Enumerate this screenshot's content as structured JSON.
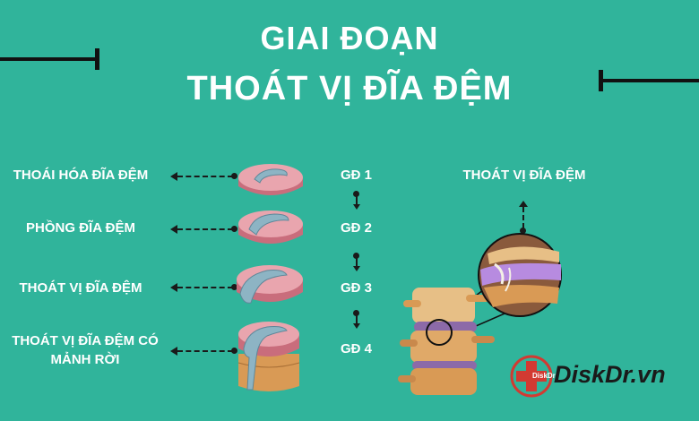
{
  "title": {
    "line1": "GIAI ĐOẠN",
    "line2": "THOÁT VỊ ĐĨA ĐỆM"
  },
  "stages": [
    {
      "label": "THOÁI HÓA ĐĨA ĐỆM",
      "code": "GĐ 1"
    },
    {
      "label": "PHỒNG ĐĨA ĐỆM",
      "code": "GĐ 2"
    },
    {
      "label": "THOÁT VỊ ĐĨA ĐỆM",
      "code": "GĐ 3"
    },
    {
      "label": "THOÁT  VỊ ĐĨA ĐỆM CÓ",
      "label2": "MẢNH RỜI",
      "code": "GĐ 4"
    }
  ],
  "right_label": "THOÁT VỊ ĐĨA ĐỆM",
  "brand": {
    "name": "DiskDr.vn",
    "mark": "DiskDr."
  },
  "colors": {
    "background": "#30b49b",
    "disc_outer": "#e8a0a8",
    "disc_core": "#7aa8b8",
    "vertebra": "#d99a55",
    "brand_red": "#d23a32"
  }
}
